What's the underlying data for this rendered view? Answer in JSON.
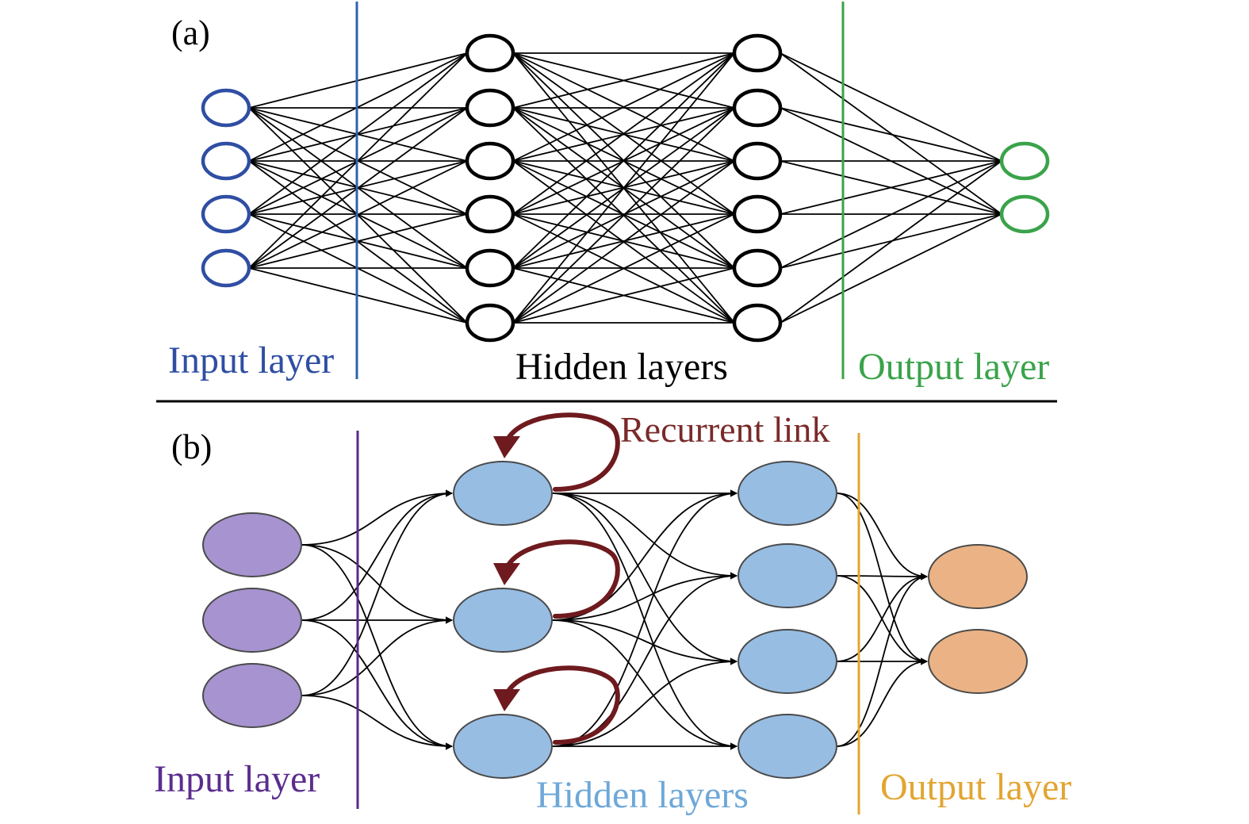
{
  "panel_a": {
    "tag": "(a)",
    "labels": {
      "input": "Input layer",
      "hidden": "Hidden layers",
      "output": "Output layer"
    },
    "colors": {
      "input": "#2f4ea3",
      "hidden": "#000000",
      "output": "#3aa34a",
      "input_divider": "#2f62b2",
      "output_divider": "#3aa34a"
    },
    "layers": [
      {
        "id": "input",
        "nodes": 4
      },
      {
        "id": "hidden-1",
        "nodes": 6
      },
      {
        "id": "hidden-2",
        "nodes": 6
      },
      {
        "id": "output",
        "nodes": 2
      }
    ],
    "connectivity": "fully-connected"
  },
  "panel_b": {
    "tag": "(b)",
    "labels": {
      "input": "Input layer",
      "hidden": "Hidden layers",
      "output": "Output layer",
      "recurrent": "Recurrent link"
    },
    "colors": {
      "input_text": "#5b2d8e",
      "hidden_text": "#6ea8d9",
      "output_text": "#e3a531",
      "recurrent_text": "#7a2a2a",
      "input_node": "#a693cf",
      "hidden_node": "#97bde3",
      "output_node": "#ebb385",
      "recurrent_arrow": "#6e1a1e",
      "input_divider": "#5a2a86",
      "output_divider": "#e3a531"
    },
    "layers": [
      {
        "id": "input",
        "nodes": 3
      },
      {
        "id": "hidden-1",
        "nodes": 3,
        "recurrent": true
      },
      {
        "id": "hidden-2",
        "nodes": 4
      },
      {
        "id": "output",
        "nodes": 2
      }
    ],
    "connectivity": "fully-connected"
  }
}
